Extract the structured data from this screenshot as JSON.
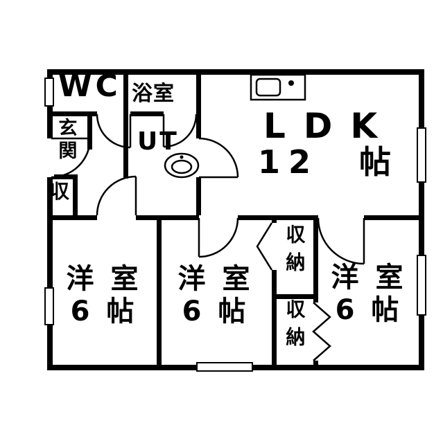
{
  "rooms": {
    "wc": {
      "label": "WC"
    },
    "bath": {
      "label": "浴室"
    },
    "utility": {
      "label": "UT"
    },
    "entrance": {
      "label": "玄関"
    },
    "storage": {
      "label": "収"
    },
    "ldk": {
      "label": "LDK",
      "size": "12　帖"
    },
    "bedroom_left": {
      "label": "洋 室",
      "size": "6 帖"
    },
    "bedroom_middle": {
      "label": "洋 室",
      "size": "6 帖"
    },
    "bedroom_right": {
      "label": "洋 室",
      "size": "6 帖"
    },
    "closet_upper": {
      "label": "収納"
    },
    "closet_lower": {
      "label": "収納"
    }
  },
  "icons": {
    "kitchen_sink": "kitchen-sink-icon",
    "wash_basin": "wash-basin-icon"
  },
  "colors": {
    "wall": "#000000",
    "background": "#ffffff"
  }
}
